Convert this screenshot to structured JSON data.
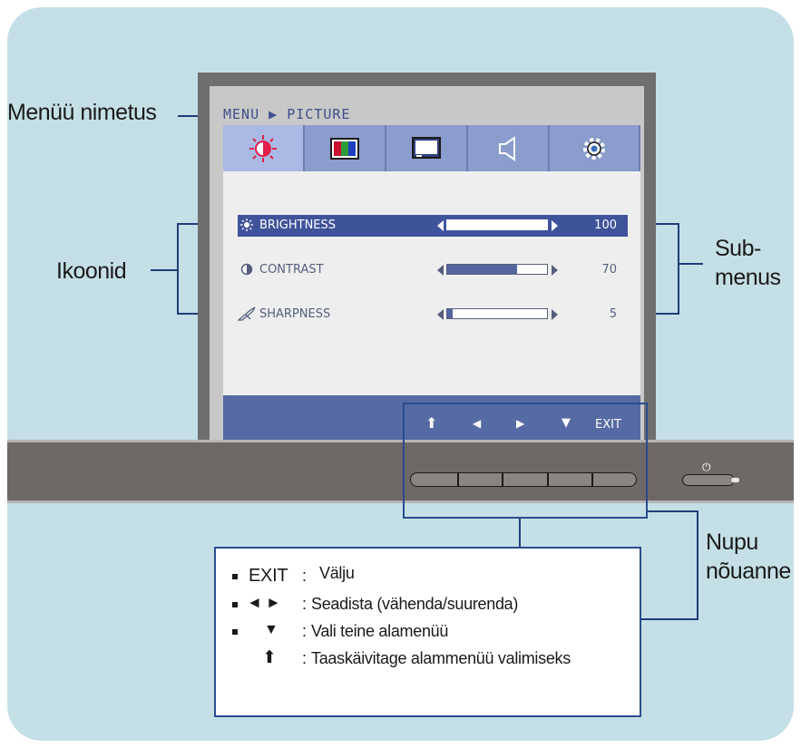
{
  "labels": {
    "menu_name": "Menüü nimetus",
    "icons": "Ikoonid",
    "submenus": "Sub-\nmenus",
    "button_tip": "Nupu\nnõuanne"
  },
  "osd": {
    "title": "MENU ▶ PICTURE",
    "tabs": [
      {
        "icon": "brightness-contrast-icon",
        "active": true
      },
      {
        "icon": "color-bars-icon",
        "active": false
      },
      {
        "icon": "display-position-icon",
        "active": false
      },
      {
        "icon": "speaker-icon",
        "active": false
      },
      {
        "icon": "gear-icon",
        "active": false
      }
    ],
    "items": [
      {
        "icon": "sun-icon",
        "label": "BRIGHTNESS",
        "value": "100",
        "level": 100,
        "selected": true
      },
      {
        "icon": "contrast-icon",
        "label": "CONTRAST",
        "value": "70",
        "level": 70,
        "selected": false
      },
      {
        "icon": "sharpness-icon",
        "label": "SHARPNESS",
        "value": "5",
        "level": 5,
        "selected": false
      }
    ],
    "footer": {
      "up": "⬆",
      "left": "◀",
      "right": "▶",
      "down": "▼",
      "exit": "EXIT"
    }
  },
  "tips": {
    "exit_key": "EXIT",
    "exit_sep": ":",
    "exit_text": "Välju",
    "arrows_key": "◄ ►",
    "arrows_sep": ":",
    "arrows_text": "Seadista (vähenda/suurenda)",
    "down_key": "▼",
    "down_sep": ":",
    "down_text": "Vali teine alamenüü",
    "up_key": "⬆",
    "up_sep": ":",
    "up_text": "Taaskäivitage alammenüü valimiseks"
  },
  "colors": {
    "background": "#c5dfe6",
    "osd_accent": "#3f539b",
    "callout_line": "#1f3d7a"
  }
}
